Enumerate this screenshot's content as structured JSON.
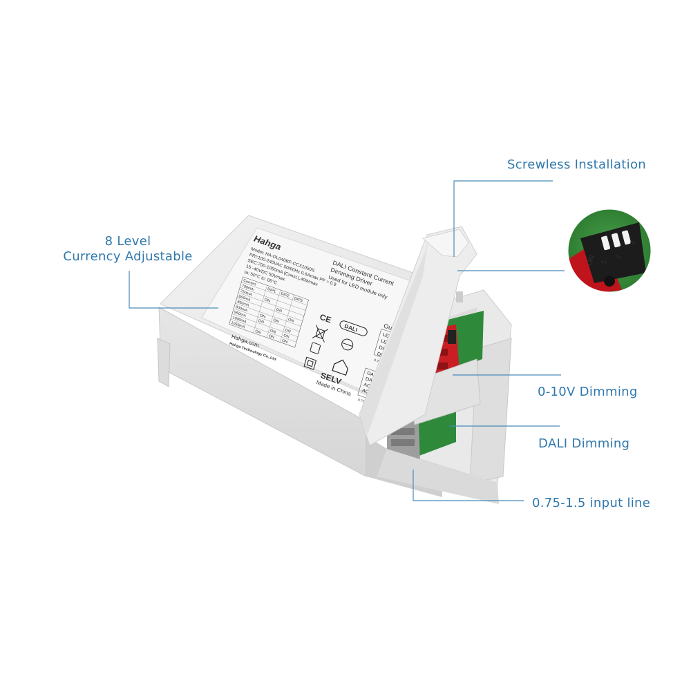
{
  "callouts": {
    "current_adjust_line1": "8 Level",
    "current_adjust_line2": "Currency Adjustable",
    "screwless": "Screwless Installation",
    "dimming_0_10v": "0-10V Dimming",
    "dali_dimming": "DALI Dimming",
    "input_line": "0.75-1.5 input line"
  },
  "label": {
    "brand": "Hahga",
    "title_line1": "DALI Constant Current",
    "title_line2": "Dimming Driver",
    "title_line3": "Used for LED module only",
    "model": "Model: HA-DL040BF-CCX1050S",
    "pri": "PRI:100-240VAC  50/60Hz 0.6Amax  PF > 0.9",
    "sec": "SEC:700-1050mA (Const.),40Wmax",
    "volt": "15 -40VDC   50Vmax",
    "temps": "ta: 50°C    tc: 85°C",
    "table_header": [
      "Current",
      "DIP1",
      "DIP2",
      "DIP3"
    ],
    "table_rows": [
      [
        "700mA",
        "",
        "",
        ""
      ],
      [
        "750mA",
        "ON",
        "",
        ""
      ],
      [
        "800mA",
        "",
        "ON",
        ""
      ],
      [
        "850mA",
        "",
        "",
        "ON"
      ],
      [
        "900mA",
        "ON",
        "ON",
        ""
      ],
      [
        "950mA",
        "ON",
        "",
        "ON"
      ],
      [
        "1000mA",
        "",
        "ON",
        "ON"
      ],
      [
        "1050mA",
        "ON",
        "ON",
        "ON"
      ]
    ],
    "website": "Hahga.com",
    "company": "Hahga Technology Co.,Ltd",
    "selv": "SELV",
    "made_in": "Made in China",
    "ce": "CE",
    "dali_logo": "DALI",
    "output_title": "Output",
    "output_terms": [
      "LED-",
      "LED+",
      "DIM-",
      "DIM+"
    ],
    "output_wire": "0.75-1.5",
    "input_terms": [
      "DALI2",
      "DALI1",
      "AC-N",
      "AC-L"
    ],
    "input_wire": "0.75-1.5"
  },
  "dip_switch": {
    "on_label": "ON",
    "numbers": [
      "1",
      "2",
      "3"
    ]
  },
  "colors": {
    "callout_text": "#2f78ac",
    "callout_line": "#4a8ab8",
    "housing": "#e4e4e4",
    "pcb_green": "#2e8a3a",
    "terminal_red": "#c81e24"
  }
}
